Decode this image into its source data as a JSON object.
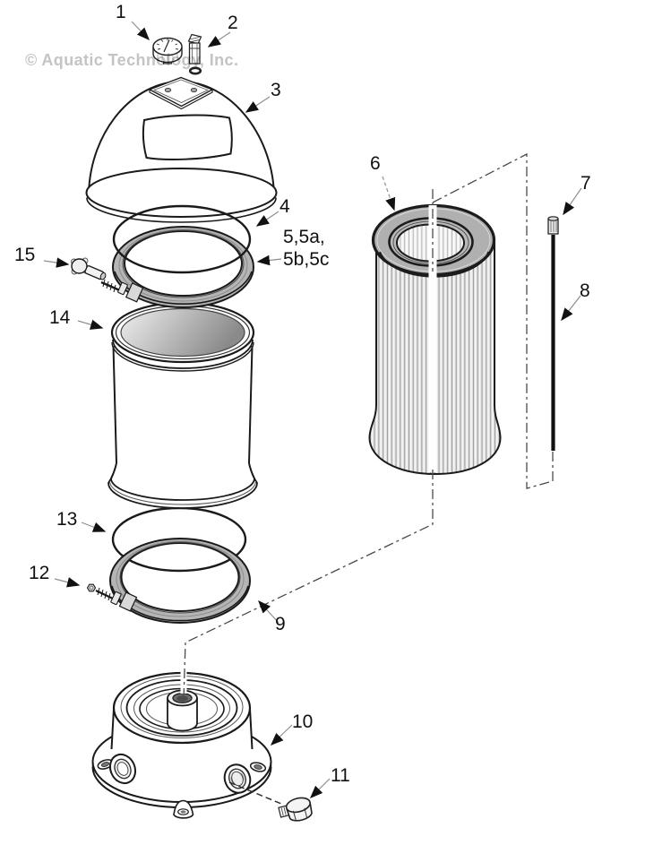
{
  "watermark": {
    "text": "© Aquatic Technology, Inc."
  },
  "diagram": {
    "kind": "exploded-parts-diagram",
    "colors": {
      "background": "#ffffff",
      "line": "#1a1a1a",
      "metal_gray": "#b5b5b5",
      "watermark": "#c4c4c4"
    }
  },
  "callouts": [
    {
      "id": "1",
      "text": "1"
    },
    {
      "id": "2",
      "text": "2"
    },
    {
      "id": "3",
      "text": "3"
    },
    {
      "id": "4",
      "text": "4"
    },
    {
      "id": "5a",
      "text": "5,5a,"
    },
    {
      "id": "5b",
      "text": "5b,5c"
    },
    {
      "id": "6",
      "text": "6"
    },
    {
      "id": "7",
      "text": "7"
    },
    {
      "id": "8",
      "text": "8"
    },
    {
      "id": "9",
      "text": "9"
    },
    {
      "id": "10",
      "text": "10"
    },
    {
      "id": "11",
      "text": "11"
    },
    {
      "id": "12",
      "text": "12"
    },
    {
      "id": "13",
      "text": "13"
    },
    {
      "id": "14",
      "text": "14"
    },
    {
      "id": "15",
      "text": "15"
    }
  ]
}
